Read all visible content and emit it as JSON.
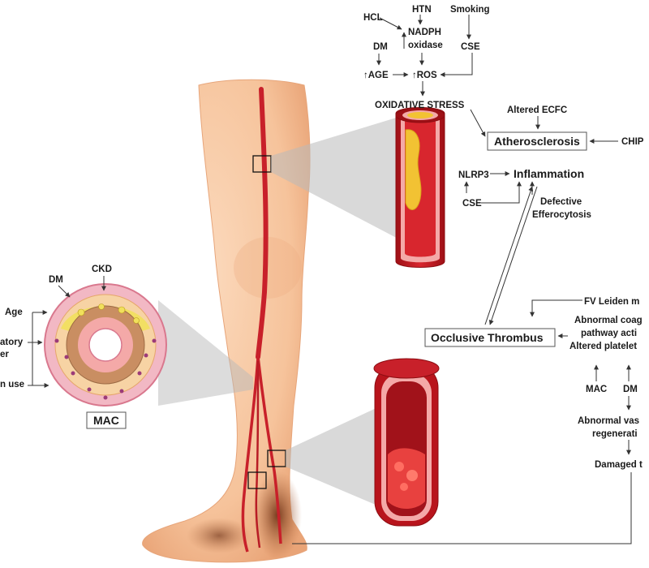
{
  "labels": {
    "hcl": "HCL",
    "htn": "HTN",
    "smoking": "Smoking",
    "nadph": "NADPH",
    "oxidase": "oxidase",
    "dm_top": "DM",
    "cse_top": "CSE",
    "age_up": "↑AGE",
    "ros_up": "↑ROS",
    "oxidative_stress": "OXIDATIVE STRESS",
    "altered_ecfc": "Altered ECFC",
    "atherosclerosis": "Atherosclerosis",
    "chip": "CHIP",
    "nlrp3": "NLRP3",
    "inflammation": "Inflammation",
    "cse_mid": "CSE",
    "defective": "Defective",
    "efferocytosis": "Efferocytosis",
    "fv_leiden": "FV Leiden m",
    "abnormal_coag": "Abnormal coag",
    "pathway_acti": "pathway acti",
    "altered_platelet": "Altered platelet",
    "occlusive_thrombus": "Occlusive Thrombus",
    "mac_right": "MAC",
    "dm_right": "DM",
    "abnormal_vas": "Abnormal vas",
    "regenerati": "regenerati",
    "damaged": "Damaged t",
    "ckd": "CKD",
    "dm_left": "DM",
    "age_left": "Age",
    "atory": "atory",
    "er": "er",
    "n_use": "n use",
    "mac_box": "MAC"
  },
  "colors": {
    "skin": "#f6c39b",
    "skin_shade": "#e9a477",
    "artery": "#c8202a",
    "plaque": "#f2c233",
    "vessel_wall": "#f4a9a8",
    "ischemia": "#7a3b1e"
  }
}
